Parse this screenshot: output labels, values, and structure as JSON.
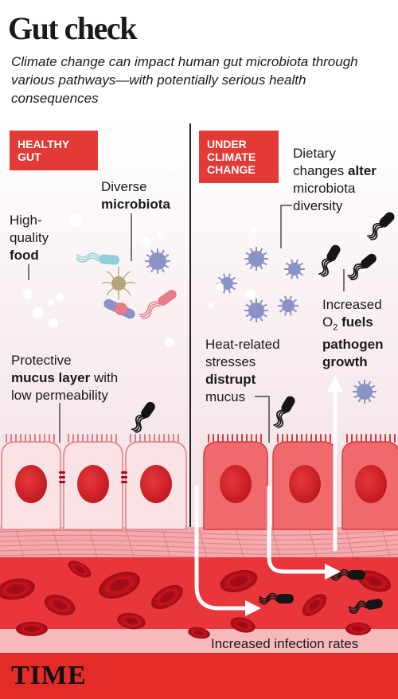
{
  "title": "Gut check",
  "subtitle": "Climate change can impact human gut microbiota through various pathways—with potentially serious health consequences",
  "panels": {
    "healthy": {
      "badge_line1": "HEALTHY",
      "badge_line2": "GUT",
      "microbiota_pre": "Diverse",
      "microbiota_bold": "microbiota",
      "food_line1": "High-",
      "food_line2": "quality",
      "food_bold": "food",
      "mucus_line1": "Protective",
      "mucus_bold": "mucus layer",
      "mucus_post": " with",
      "mucus_line3": "low permeability"
    },
    "climate": {
      "badge_line1": "UNDER",
      "badge_line2": "CLIMATE",
      "badge_line3": "CHANGE",
      "diet_line1": "Dietary",
      "diet_pre": "changes ",
      "diet_bold": "alter",
      "diet_line3": "microbiota",
      "diet_line4": "diversity",
      "o2_line1": "Increased",
      "o2_pre": "O",
      "o2_sub": "2",
      "o2_bold": " fuels",
      "o2_line3": "pathogen",
      "o2_line4": "growth",
      "heat_line1": "Heat-related",
      "heat_line2": "stresses",
      "heat_bold": "distrupt",
      "heat_line4": "mucus"
    }
  },
  "footer_label": "Increased infection rates",
  "brand": "TIME",
  "colors": {
    "accent": "#e33a35",
    "healthy_cell": "#fbe3e5",
    "stressed_cell": "#f06a6c",
    "nucleus": "#d8242a",
    "blood_bg": "#e8363b",
    "bacteria_blue": "#8a93c6",
    "pathogen": "#151515"
  }
}
